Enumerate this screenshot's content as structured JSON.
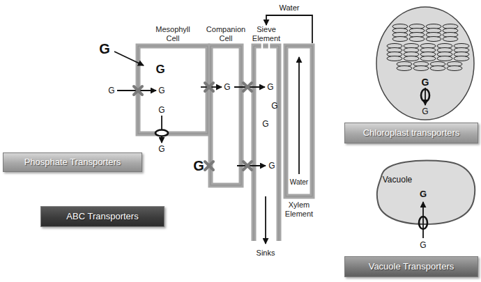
{
  "diagram": {
    "nodes": [
      {
        "text": [
          "Mesophyll Cell",
          "G",
          "G",
          "G"
        ]
      },
      {
        "text": [
          "Companion Cell",
          "G"
        ]
      },
      {
        "text": [
          "Sieve Element",
          "G",
          "G",
          "G",
          "G"
        ]
      },
      {
        "text": [
          "Xylem Element",
          "Water"
        ]
      },
      {
        "text": [
          "G",
          "G"
        ]
      },
      {
        "text": [
          "Chloroplast transporters"
        ]
      },
      {
        "text": [
          "Phosphate Transporters"
        ]
      },
      {
        "text": [
          "Vacuole",
          "G"
        ]
      },
      {
        "text": [
          "ABC Transporters"
        ]
      },
      {
        "text": [
          "Vacuole Transporters"
        ]
      }
    ],
    "edges": [
      {
        "from": 3,
        "to": 2,
        "arrow": "to",
        "label": "Water"
      }
    ],
    "labels": [
      "G",
      "G",
      "G",
      "G",
      "Sinks",
      "G"
    ]
  }
}
